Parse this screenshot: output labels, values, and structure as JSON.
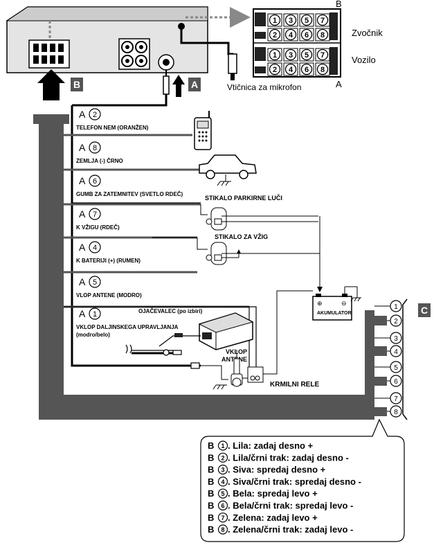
{
  "connector": {
    "top_label": "B",
    "bottom_label": "A",
    "rows": [
      [
        "1",
        "3",
        "5",
        "7"
      ],
      [
        "2",
        "4",
        "6",
        "8"
      ],
      [
        "1",
        "3",
        "5",
        "7"
      ],
      [
        "2",
        "4",
        "6",
        "8"
      ]
    ],
    "label_speakers": "Zvočnik",
    "label_vehicle": "Vozilo"
  },
  "mic_plug_label": "Vtičnica za mikrofon",
  "tag_a": "A",
  "tag_b": "B",
  "tag_c": "C",
  "wires": [
    {
      "prefix": "A",
      "num": "2",
      "label": "TELEFON NEM (ORANŽEN)"
    },
    {
      "prefix": "A",
      "num": "8",
      "label": "ZEMLJA (-) ČRNO"
    },
    {
      "prefix": "A",
      "num": "6",
      "label": "GUMB ZA ZATEMNITEV (SVETLO RDEČ)"
    },
    {
      "prefix": "A",
      "num": "7",
      "label": "K VŽIGU (RDEČ)"
    },
    {
      "prefix": "A",
      "num": "4",
      "label": "K BATERIJI (+) (RUMEN)"
    },
    {
      "prefix": "A",
      "num": "5",
      "label": "VLOP ANTENE (MODRO)"
    },
    {
      "prefix": "A",
      "num": "1",
      "label": "VKLOP DALJINSKEGA UPRAVLJANJA",
      "label2": "(modro/belo)"
    }
  ],
  "devices": {
    "parking": "STIKALO PARKIRNE LUČI",
    "ignition": "STIKALO ZA VŽIG",
    "battery": "AKUMULATOR",
    "amplifier": "OJAČEVALEC (po izbiri)",
    "antenna_on_1": "VKLOP",
    "antenna_on_2": "ANTENE",
    "relay": "KRMILNI RELE"
  },
  "speaker_numbers": [
    "1",
    "2",
    "3",
    "4",
    "5",
    "6",
    "7",
    "8"
  ],
  "legend": [
    {
      "prefix": "B",
      "num": "1",
      "text": ". Lila: zadaj desno +"
    },
    {
      "prefix": "B",
      "num": "2",
      "text": ". Lila/črni trak: zadaj desno -"
    },
    {
      "prefix": "B",
      "num": "3",
      "text": ". Siva: spredaj desno +"
    },
    {
      "prefix": "B",
      "num": "4",
      "text": ". Siva/črni trak: spredaj desno -"
    },
    {
      "prefix": "B",
      "num": "5",
      "text": ". Bela: spredaj levo +"
    },
    {
      "prefix": "B",
      "num": "6",
      "text": ". Bela/črni trak: spredaj levo -"
    },
    {
      "prefix": "B",
      "num": "7",
      "text": ". Zelena: zadaj levo +"
    },
    {
      "prefix": "B",
      "num": "8",
      "text": ". Zelena/črni trak: zadaj levo -"
    }
  ]
}
